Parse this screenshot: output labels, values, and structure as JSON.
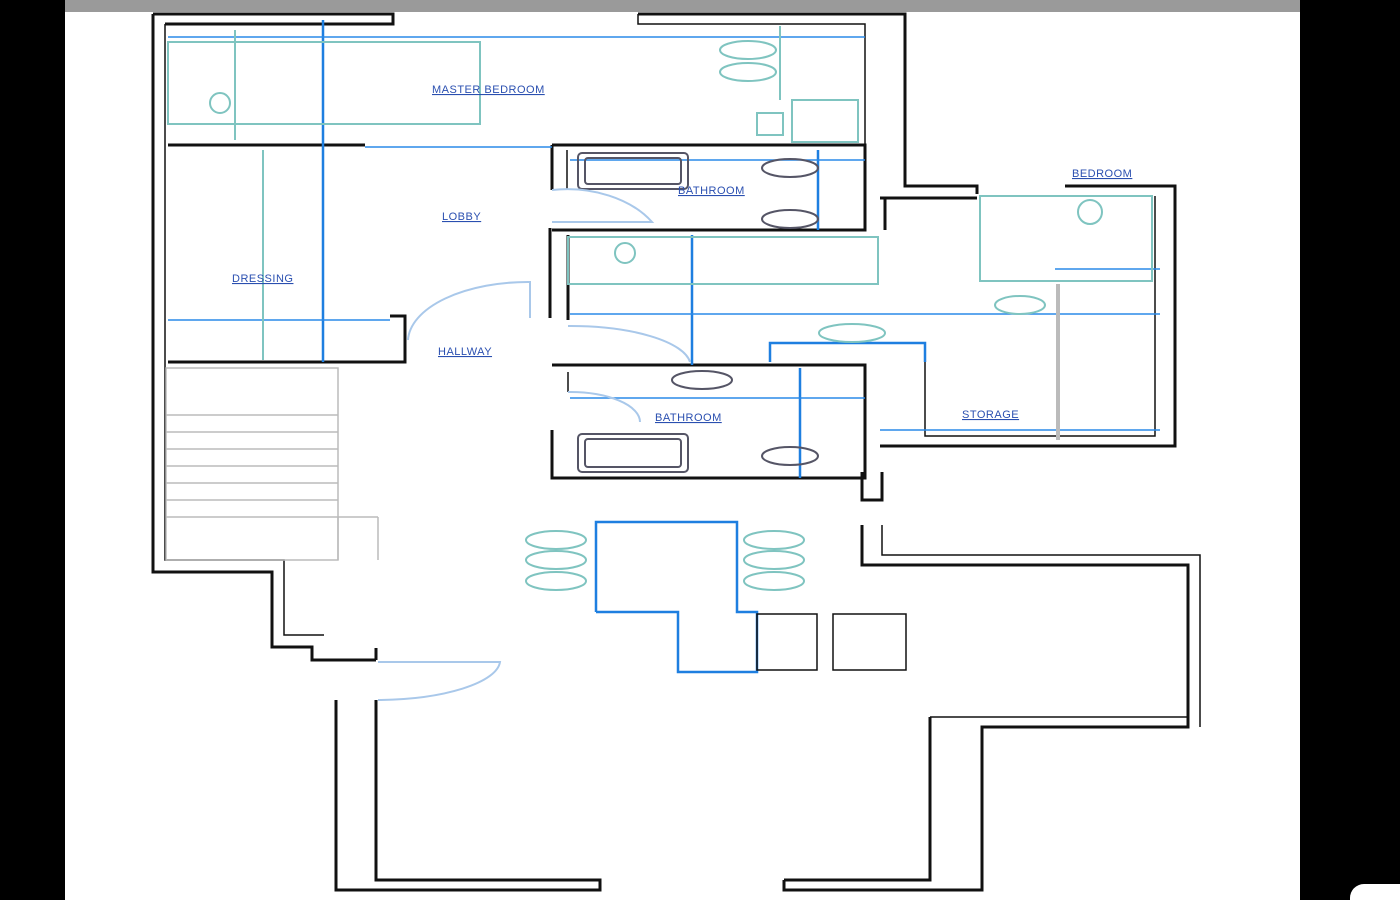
{
  "plan": {
    "rooms": {
      "master_bedroom": "MASTER BEDROOM",
      "lobby": "LOBBY",
      "dressing": "DRESSING",
      "hallway": "HALLWAY",
      "bathroom_1": "BATHROOM",
      "bathroom_2": "BATHROOM",
      "bedroom": "BEDROOM",
      "storage": "STORAGE"
    }
  },
  "colors": {
    "wall": "#111111",
    "dimension": "#1e7fe0",
    "furniture": "#7fc4c0",
    "label": "#2a4fb0"
  }
}
